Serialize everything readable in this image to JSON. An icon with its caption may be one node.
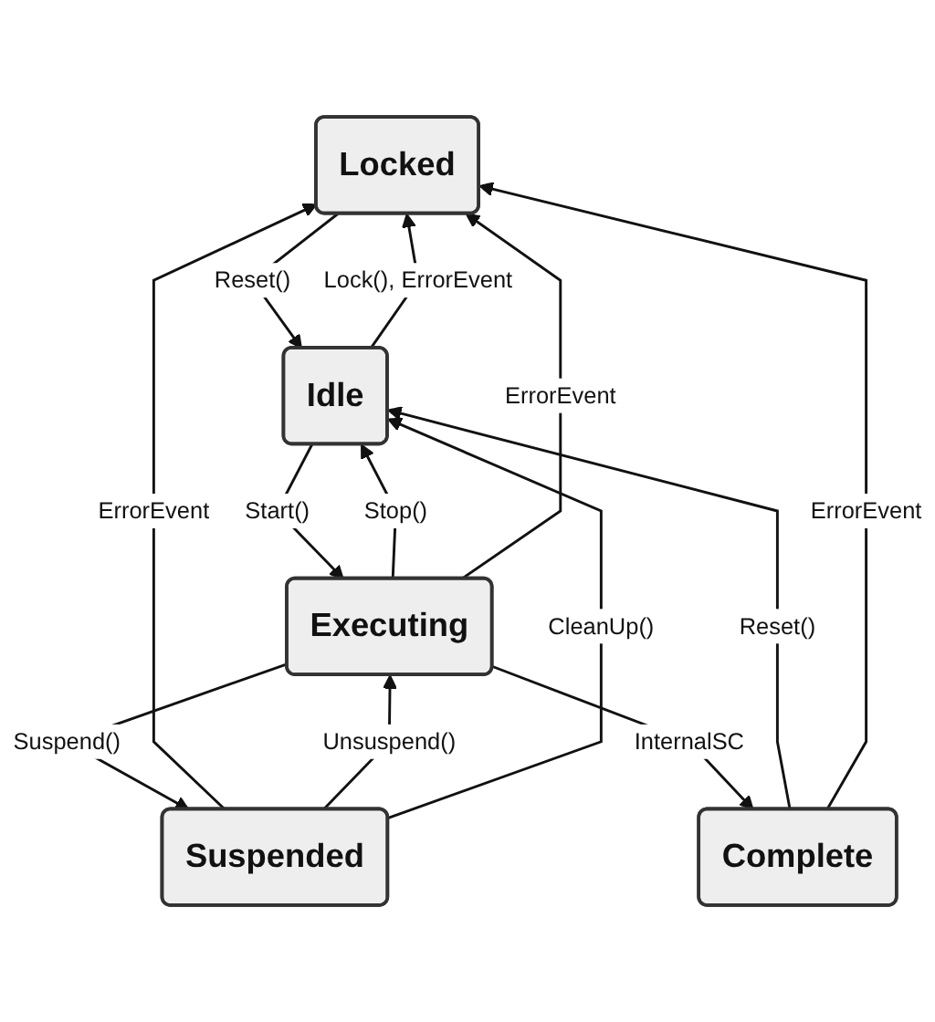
{
  "diagram": {
    "nodes": [
      {
        "text": [
          "Locked"
        ]
      },
      {
        "text": [
          "Idle"
        ]
      },
      {
        "text": [
          "Executing"
        ]
      },
      {
        "text": [
          "Suspended"
        ]
      },
      {
        "text": [
          "Complete"
        ]
      }
    ],
    "edges": [
      {
        "from": 0,
        "to": 1,
        "arrow": "to",
        "label": "Reset()"
      },
      {
        "from": 1,
        "to": 0,
        "arrow": "to",
        "label": "Lock(), ErrorEvent"
      },
      {
        "from": 1,
        "to": 2,
        "arrow": "to",
        "label": "Start()"
      },
      {
        "from": 2,
        "to": 1,
        "arrow": "to",
        "label": "Stop()"
      },
      {
        "from": 2,
        "to": 0,
        "arrow": "to",
        "label": "ErrorEvent"
      },
      {
        "from": 3,
        "to": 0,
        "arrow": "to",
        "label": "ErrorEvent"
      },
      {
        "from": 2,
        "to": 3,
        "arrow": "to",
        "label": "Suspend()"
      },
      {
        "from": 3,
        "to": 2,
        "arrow": "to",
        "label": "Unsuspend()"
      },
      {
        "from": 3,
        "to": 1,
        "arrow": "to",
        "label": "CleanUp()"
      },
      {
        "from": 2,
        "to": 4,
        "arrow": "to",
        "label": "InternalSC"
      },
      {
        "from": 4,
        "to": 1,
        "arrow": "to",
        "label": "Reset()"
      },
      {
        "from": 4,
        "to": 0,
        "arrow": "to",
        "label": "ErrorEvent"
      }
    ]
  }
}
